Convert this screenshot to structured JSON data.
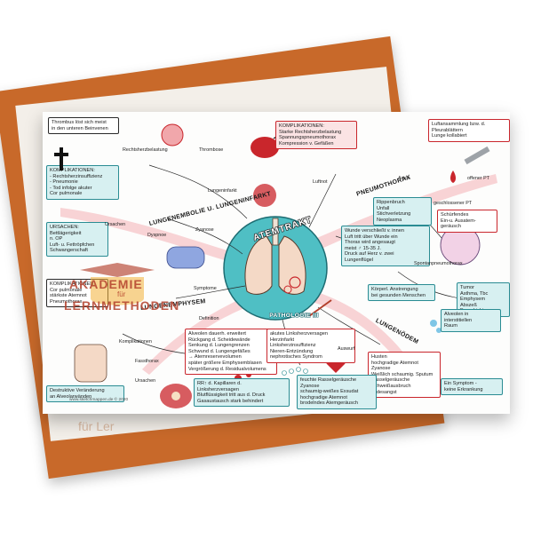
{
  "background_card": {
    "tag": "für Ler"
  },
  "center": {
    "title": "ATEMTRAKT",
    "subtitle": "PATHOLOGIE III"
  },
  "branches": {
    "embolie": "LUNGENEMBOLIE U. LUNGENINFARKT",
    "emphysem": "LUNGENEMPHYSEM",
    "pneumothorax": "PNEUMOTHORAX",
    "oedem": "LUNGENÖDEM"
  },
  "notes": {
    "thrombus": "Thrombus löst sich meist\nin den unteren Beinvenen",
    "komplikationen_left": "KOMPLIKATIONEN:\n- Rechtsherzinsuffizienz\n- Pneumonie\n- Tod infolge akuter\n  Cor pulmonale",
    "ursachen_left": "URSACHEN:\nBettlägerigkeit\nn. OP\nLuft- u. Fettröpfchen\nSchwangerschaft",
    "komplikationen_emphysem": "KOMPLIKATIONEN:\nCor pulmonale\nstärkste Atemnot\nPneumothorax",
    "destruktive": "Destruktive Veränderung\nan Alveolarwänden",
    "alveolen": "Alveolen dauerh. erweitert\nRückgang d. Scheidewände\nSenkung d. Lungengrenzen\nSchwund d. Lungengefäßes\n→ Atemreservevolumen\nspäter größere Emphysemblasen\nVergrößerung d. Residualvolumens",
    "komplikationen_top": "KOMPLIKATIONEN:\nStarke Rechtsherzbelastung\nSpannungspneumothorax\nKompression v. Gefäßen",
    "luftansammlung": "Luftansammlung bzw. d.\nPleurablättern\nLunge kollabiert",
    "ventil": "Wunde verschließt v. innen\nLuft tritt über Wunde ein\nThorax wird angesaugt\nmeist ♂ 15-35 J.\nDruck auf Herz v. zwei\nLungenflügel",
    "symptome_pneumo": "Rippenbruch\nUnfall\nStichverletzung\nNeoplasma",
    "schuerfendes": "Schürfendes\nEin-u. Ausatem-\ngeräusch",
    "tumor": "Tumor\nAsthma, Tbc\nEmphysem\nAbszeß\nBronchiektasen",
    "koerperl": "Körperl. Anstrengung\nbei gesunden Menschen",
    "oedem_ursachen": "akutes Linksherzversagen\nHerzinfarkt\nLinksherzinsuffizienz\nNieren-Entzündung\nnephrotisches Syndrom",
    "rr": "RR↑ d. Kapillaren d.\nLinksherzversagen\nBlutflüssigkeit tritt aus d. Druck\nGasaustausch stark behindert",
    "husten": "Husten\nhochgradige Atemnot\nZyanose\nWeißlich schaumig. Sputum\nRasselgeräusche\nSchweißausbruch\nTodesangst",
    "schaumig": "feuchte Rasselgeräusche\nZyanose\nschaumig-weißes Exsudat\nhochgradige Atemnot\nbrodelndes Atemgeräusch",
    "interstitial": "Alveolen in\ninterstitiellen\nRaum",
    "ein_symptom": "Ein Symptom -\nkeine Erkrankung",
    "footer": "www.sketchmappen.de © 2020"
  },
  "labels": {
    "rechtsherzbelastung": "Rechtsherzbelastung",
    "lungeninfarkt": "Lungeninfarkt",
    "thrombose": "Thrombose",
    "dyspnoe": "Dyspnoe",
    "ursachen": "Ursachen",
    "zyanose": "Zyanose",
    "symptome": "Symptome",
    "definition": "Definition",
    "fassthorax": "Fassthorax",
    "ursachen2": "Ursachen",
    "komplikationen": "Komplikationen",
    "spontan": "Spontanpneumothorax",
    "geschlossen": "geschlossener PT",
    "offener": "offener PT",
    "arten": "Arten",
    "auswurf": "Auswurf",
    "luftnot": "Luftnot"
  },
  "watermark": {
    "line1": "AKADEMIE",
    "line2": "für",
    "line3": "LERNMETHODEN"
  },
  "colors": {
    "accent": "#c9262c",
    "teal": "#2a8c93",
    "orange": "#c8692a",
    "watermark": "#b3402c"
  }
}
